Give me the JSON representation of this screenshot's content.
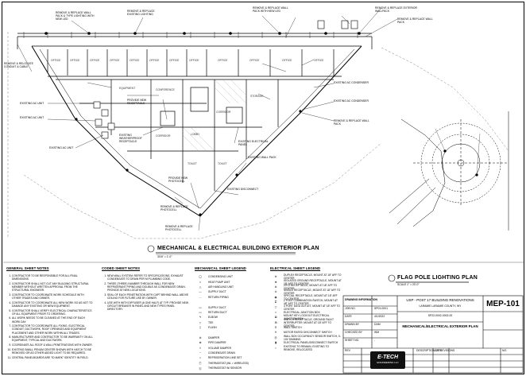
{
  "plan": {
    "title": "MECHANICAL & ELECTRICAL BUILDING EXTERIOR PLAN",
    "scale": "3/16\" = 1'-0\"",
    "rooms": [
      "OFFICE",
      "OFFICE",
      "OFFICE",
      "OFFICE",
      "OFFICE",
      "OFFICE",
      "OFFICE",
      "OFFICE",
      "OFFICE",
      "OFFICE",
      "EQUIPMENT",
      "CONFERENCE",
      "CORRIDOR",
      "LOBBY",
      "STORAGE",
      "CORRIDOR",
      "TOILET",
      "TOILET",
      "OFFICE",
      "OFFICE"
    ],
    "callouts": [
      "REMOVE & REPLACE WALL PACK & TYPE LIGHTING WITH NEW LED",
      "REMOVE & REPLACE EXISTING LIGHTING",
      "REMOVE & REPLACE WALL PACK WITH NEW LED",
      "REMOVE & RELOCATE CONDUIT & CABLE",
      "REMOVE & REPLACE EXTERIOR WALLPACK",
      "EXISTING AC UNIT",
      "EXISTING AC UNIT",
      "EXISTING AC UNIT",
      "PROVIDE NEW RECEPTACLE",
      "EXISTING WEATHERPROOF RECEPTACLE",
      "EXISTING ELECTRICAL PANEL",
      "REMOVE & REPLACE PHOTOCELL",
      "PROVIDE NEW PHOTOCELL",
      "REMOVE & REPLACE PHOTOCELL",
      "EXISTING DISCONNECT",
      "EXISTING WALL PACK",
      "EXISTING AC CONDENSER",
      "EXISTING AC CONDENSER",
      "REMOVE & REPLACE WALL PACK",
      "REMOVE & REPLACE WALL PACK"
    ]
  },
  "flagpole": {
    "title": "FLAG POLE LIGHTING PLAN",
    "scale": "SCALE 1\" = 20'-0\""
  },
  "general_notes": {
    "title": "GENERAL SHEET NOTES",
    "items": [
      "CONTRACTOR TO BE RESPONSIBLE FOR ALL FINAL DIMENSIONS.",
      "CONTRACTOR SHALL NOT CUT ANY BUILDING STRUCTURAL MEMBER WITHOUT WRITTEN APPROVAL FROM THE STRUCTURAL ENGINEER.",
      "CONTRACTOR TO COORDINATE WORK SCHEDULE WITH OTHER TRADES AND OWNER.",
      "CONTRACTOR TO COORDINATE ALL NEW WORK SO AS NOT TO DAMAGE ANY EXISTING OR NEW EQUIPMENT.",
      "CONTRACTOR SHALL VERIFY ELECTRICAL CHARACTERISTICS OF ALL EQUIPMENT PRIOR TO ORDERING.",
      "ALL WORK NEEDS TO BE CLEANED AT THE END OF EACH WORK DAY.",
      "CONTRACTOR TO COORDINATE ALL FIXING, ELECTRICAL CONDUIT, DUCTWORK, ROOF OPENINGS AND EQUIPMENT PLACEMENT AND OTHER WORK WITHIN ALL TRADES.",
      "MANUFACTURER AND CONTRACTOR TO BE WARRANTY ON ALL EQUIPMENT, TYPICAL AND DUCTWORK.",
      "COORDINATE ALL ROOF & WALL PENETRATIONS WITH OWNER.",
      "EXISTING SMALL PENUM CENTER SHOWN WITH HATCH TO BE REMOVED OR AS OTHER ADDED LIGHT TO BE REQUIRED.",
      "CENTRAL PANELBOARDS ARE \"ID MARK\" IDENTITY IN FIELD."
    ]
  },
  "coded_notes": {
    "title": "CODED SHEET NOTES",
    "items": [
      "NEW WALL SYSTEM: REFER TO SPECIFICATIONS. EXHAUST CONDENSATE TO DRAIN PER M PLUMBING CODE.",
      "THREE (THREE) NUMBER THROUGH WALL FOR NEW REFRIGERANT PIPING AND DOUBLE AS CONDENSATE DRAIN. PROVIDE AT NEW LOCATIONS.",
      "SEAL OF EACH PENETRATION WITH CAPT BEHIND WALL ABOVE CEILING FOR FUTURE USE BY OWNER.",
      "USE WITH WITH DIFFUSER (6 ONE HALF) AT TYP. PROVIDE NEW CIRCUIT BREAKER IN PANEL AND NEW TYPES PANEL DIRECTORY."
    ]
  },
  "mech_legend": {
    "title": "MECHANICAL SHEET LEGEND",
    "items": [
      "CONDENSING UNIT",
      "HEAT PUMP UNIT",
      "AIR HANDLING UNIT",
      "SUPPLY DUCT",
      "RETURN PIPING",
      "",
      "SUPPLY DUCT",
      "RETURN DUCT",
      "ELBOW",
      "TEE",
      "FLUSH",
      "",
      "DAMPER",
      "PIPE DAMPER",
      "VOLUME DAMPER",
      "CONDENSATE DRAIN",
      "REFRIGERATION LINE SET",
      "THERMOSTAT (WL = WIRELESS)",
      "THERMOSTAT W/ SENSOR"
    ]
  },
  "elec_legend": {
    "title": "ELECTRICAL SHEET LEGEND",
    "items": [
      "DUPLEX RECEPTACLE, MOUNT AT 18\" AFF TO CENTER",
      "ISOLATED GROUND RECEPTACLE, MOUNT AT 18\" AFF TO CENTER",
      "GFCI RECEPTACLE, MOUNT AT 18\" AFF TO CENTER",
      "SINGLE RECEPTACLE, MOUNT AT 18\" AFF TO CENTER",
      "SPECIAL RECEPTACLE, MOUNT AT 18\" AFF TO CENTER",
      "2 POLE COMBINATION SWITCH, MOUNT AT 48\" AFF TO CENTER",
      "3 PORT DATA OUTLET, MOUNT AT 18\" AFF TO CENTER",
      "ELECTRICAL JUNCTION BOX",
      "MOUNT KEY LOCKOUT ELECTRICAL JUNCTION BOX",
      "SWITCH RECEPTACLE, GROUND FAULT INTERRUPTER, MOUNT AT 18\" AFF TO CENTER",
      "WALL SWITCH",
      "MOTOR RATED DISCONNECT SWITCH",
      "WALL BOX OCCUPANCY SENSOR SWITCH, 0-10V DIMMING",
      "ELECTRICAL PANEL/DISCONNECT SWITCH",
      "EXISTING TO REMAIN, EXISTING TO REMOVE, RELOCATED"
    ]
  },
  "title_block": {
    "drawing_info_label": "DRAWING INFORMATION",
    "rows": [
      {
        "k": "JOB NO.",
        "v": "SP01-0001"
      },
      {
        "k": "DATE",
        "v": "4/1/2022"
      },
      {
        "k": "DRAWN BY",
        "v": "DAM"
      },
      {
        "k": "CHECKED BY",
        "v": "WM"
      },
      {
        "k": "SHEET NO.",
        "v": "-"
      }
    ],
    "project_name": "USP - POST 17 BUILDING RENOVATIONS",
    "project_loc": "LARAMIE LARAMIE COUNTY, WY",
    "project_num": "SP22-0002-0002-00",
    "sheet_title": "MECHANICAL/ELECTRICAL EXTERIOR PLAN",
    "sheet_number": "MEP-101",
    "firm": "E-TECH",
    "firm_sub": "ENGINEERING LLC",
    "description_label": "DESCRIPTION OF REVISIONS",
    "date_label": "DATE",
    "rev_label": "REV",
    "no_label": "NO."
  }
}
